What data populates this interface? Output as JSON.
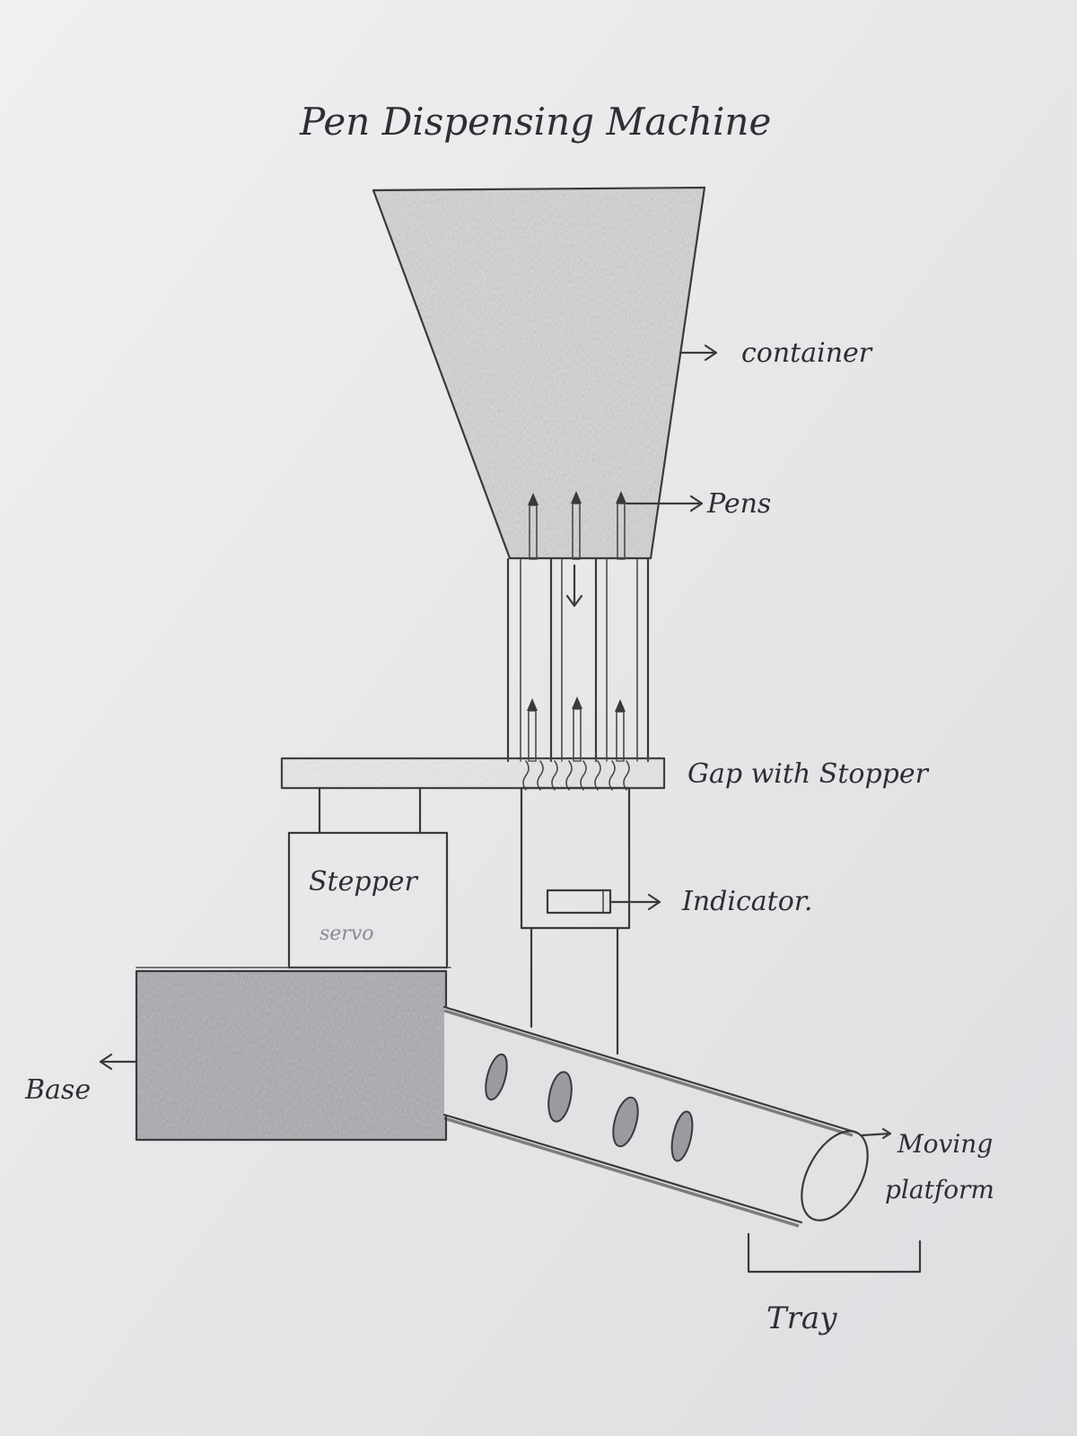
{
  "diagram": {
    "title": "Pen Dispensing Machine",
    "labels": {
      "container": "container",
      "pens": "Pens",
      "gap_with_stopper": "Gap with Stopper",
      "stepper": "Stepper",
      "servo": "servo",
      "indicator": "Indicator.",
      "base": "Base",
      "moving_platform_line1": "Moving",
      "moving_platform_line2": "platform",
      "tray": "Tray"
    },
    "colors": {
      "paper": "#e9e9eb",
      "pencil": "#3a3a3c",
      "shading": "#b9b9bd"
    }
  }
}
